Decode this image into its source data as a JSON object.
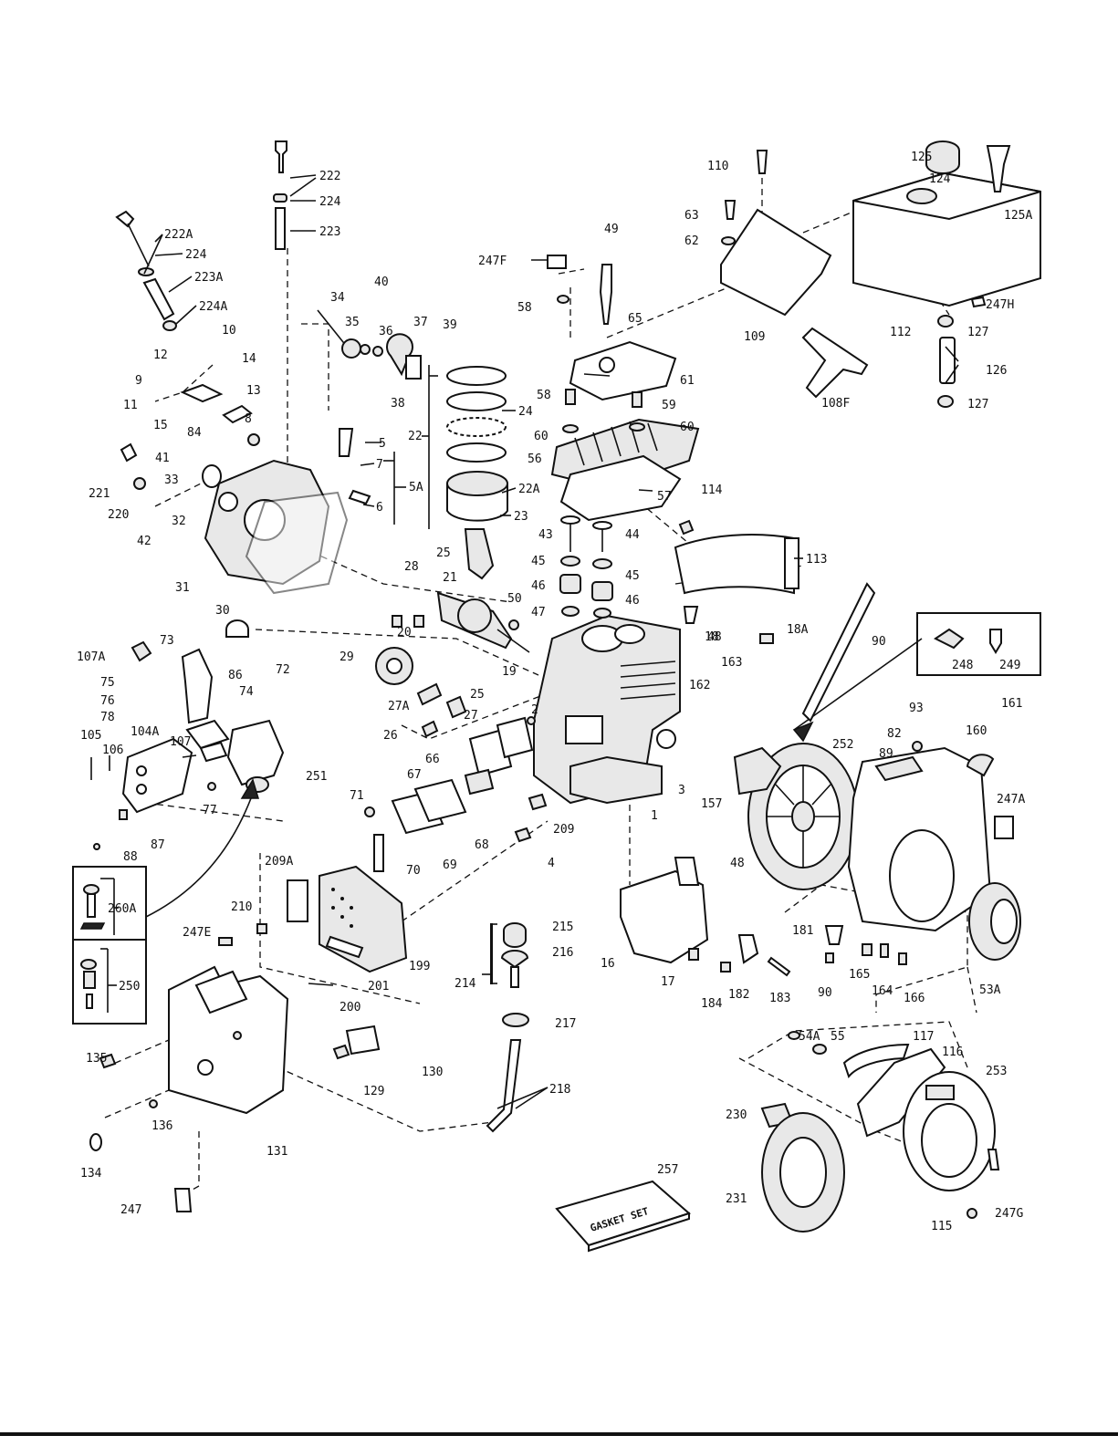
{
  "labels": [
    {
      "text": "222"
    },
    {
      "text": "224"
    },
    {
      "text": "223"
    },
    {
      "text": "222A"
    },
    {
      "text": "224"
    },
    {
      "text": "223A"
    },
    {
      "text": "224A"
    },
    {
      "text": "12"
    },
    {
      "text": "10"
    },
    {
      "text": "14"
    },
    {
      "text": "9"
    },
    {
      "text": "13"
    },
    {
      "text": "11"
    },
    {
      "text": "15"
    },
    {
      "text": "84"
    },
    {
      "text": "8"
    },
    {
      "text": "41"
    },
    {
      "text": "221"
    },
    {
      "text": "220"
    },
    {
      "text": "33"
    },
    {
      "text": "32"
    },
    {
      "text": "42"
    },
    {
      "text": "31"
    },
    {
      "text": "30"
    },
    {
      "text": "34"
    },
    {
      "text": "35"
    },
    {
      "text": "40"
    },
    {
      "text": "36"
    },
    {
      "text": "37"
    },
    {
      "text": "39"
    },
    {
      "text": "38"
    },
    {
      "text": "5"
    },
    {
      "text": "7"
    },
    {
      "text": "5A"
    },
    {
      "text": "6"
    },
    {
      "text": "22"
    },
    {
      "text": "24"
    },
    {
      "text": "22A"
    },
    {
      "text": "23"
    },
    {
      "text": "25"
    },
    {
      "text": "28"
    },
    {
      "text": "21"
    },
    {
      "text": "20"
    },
    {
      "text": "29"
    },
    {
      "text": "19"
    },
    {
      "text": "25"
    },
    {
      "text": "27A"
    },
    {
      "text": "27"
    },
    {
      "text": "26"
    },
    {
      "text": "50"
    },
    {
      "text": "247F"
    },
    {
      "text": "49"
    },
    {
      "text": "58"
    },
    {
      "text": "65"
    },
    {
      "text": "61"
    },
    {
      "text": "58"
    },
    {
      "text": "59"
    },
    {
      "text": "60"
    },
    {
      "text": "60"
    },
    {
      "text": "56"
    },
    {
      "text": "57"
    },
    {
      "text": "43"
    },
    {
      "text": "44"
    },
    {
      "text": "45"
    },
    {
      "text": "45"
    },
    {
      "text": "46"
    },
    {
      "text": "46"
    },
    {
      "text": "47"
    },
    {
      "text": "48"
    },
    {
      "text": "110"
    },
    {
      "text": "63"
    },
    {
      "text": "62"
    },
    {
      "text": "109"
    },
    {
      "text": "112"
    },
    {
      "text": "108F"
    },
    {
      "text": "125"
    },
    {
      "text": "124"
    },
    {
      "text": "125A"
    },
    {
      "text": "247H"
    },
    {
      "text": "127"
    },
    {
      "text": "126"
    },
    {
      "text": "127"
    },
    {
      "text": "114"
    },
    {
      "text": "113"
    },
    {
      "text": "18"
    },
    {
      "text": "18A"
    },
    {
      "text": "90"
    },
    {
      "text": "248"
    },
    {
      "text": "249"
    },
    {
      "text": "163"
    },
    {
      "text": "162"
    },
    {
      "text": "2"
    },
    {
      "text": "3"
    },
    {
      "text": "157"
    },
    {
      "text": "1"
    },
    {
      "text": "93"
    },
    {
      "text": "161"
    },
    {
      "text": "82"
    },
    {
      "text": "160"
    },
    {
      "text": "89"
    },
    {
      "text": "252"
    },
    {
      "text": "247A"
    },
    {
      "text": "48"
    },
    {
      "text": "107A"
    },
    {
      "text": "73"
    },
    {
      "text": "72"
    },
    {
      "text": "75"
    },
    {
      "text": "86"
    },
    {
      "text": "74"
    },
    {
      "text": "76"
    },
    {
      "text": "78"
    },
    {
      "text": "105"
    },
    {
      "text": "106"
    },
    {
      "text": "104A"
    },
    {
      "text": "107"
    },
    {
      "text": "251"
    },
    {
      "text": "77"
    },
    {
      "text": "87"
    },
    {
      "text": "88"
    },
    {
      "text": "66"
    },
    {
      "text": "67"
    },
    {
      "text": "71"
    },
    {
      "text": "68"
    },
    {
      "text": "209"
    },
    {
      "text": "4"
    },
    {
      "text": "69"
    },
    {
      "text": "70"
    },
    {
      "text": "209A"
    },
    {
      "text": "210"
    },
    {
      "text": "247E"
    },
    {
      "text": "199"
    },
    {
      "text": "201"
    },
    {
      "text": "200"
    },
    {
      "text": "260A"
    },
    {
      "text": "250"
    },
    {
      "text": "215"
    },
    {
      "text": "216"
    },
    {
      "text": "214"
    },
    {
      "text": "217"
    },
    {
      "text": "218"
    },
    {
      "text": "16"
    },
    {
      "text": "17"
    },
    {
      "text": "181"
    },
    {
      "text": "184"
    },
    {
      "text": "182"
    },
    {
      "text": "183"
    },
    {
      "text": "90"
    },
    {
      "text": "165"
    },
    {
      "text": "164"
    },
    {
      "text": "166"
    },
    {
      "text": "53A"
    },
    {
      "text": "135"
    },
    {
      "text": "129"
    },
    {
      "text": "130"
    },
    {
      "text": "136"
    },
    {
      "text": "131"
    },
    {
      "text": "134"
    },
    {
      "text": "247"
    },
    {
      "text": "54A"
    },
    {
      "text": "55"
    },
    {
      "text": "117"
    },
    {
      "text": "116"
    },
    {
      "text": "253"
    },
    {
      "text": "230"
    },
    {
      "text": "231"
    },
    {
      "text": "257"
    },
    {
      "text": "115"
    },
    {
      "text": "247G"
    }
  ],
  "gasket_set_text": "GASKET SET"
}
